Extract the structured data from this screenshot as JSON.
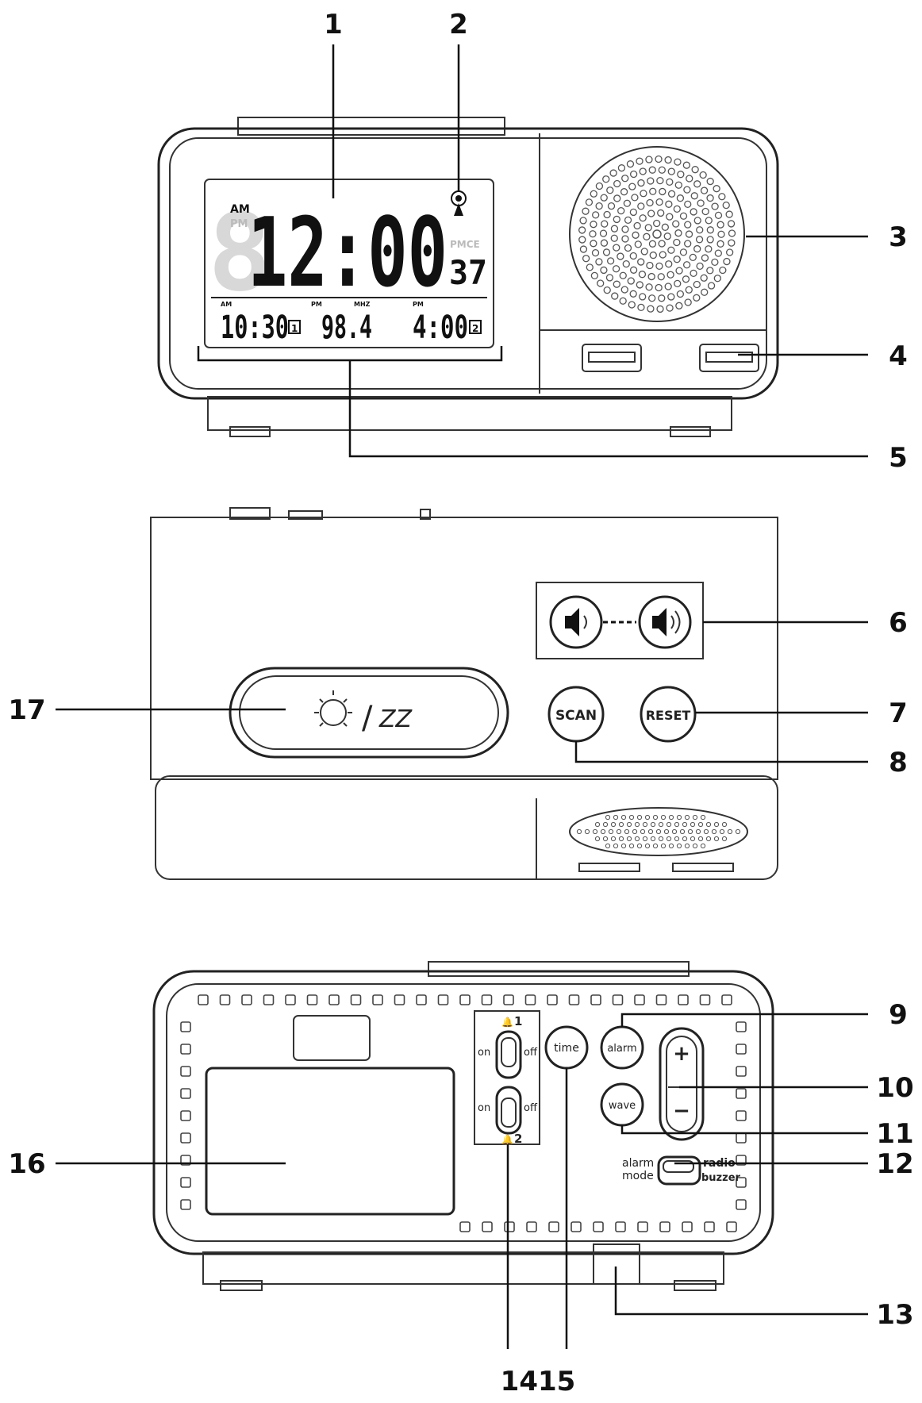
{
  "callouts": {
    "n1": "1",
    "n2": "2",
    "n3": "3",
    "n4": "4",
    "n5": "5",
    "n6": "6",
    "n7": "7",
    "n8": "8",
    "n9": "9",
    "n10": "10",
    "n11": "11",
    "n12": "12",
    "n13": "13",
    "n1415": "1415",
    "n16": "16",
    "n17": "17"
  },
  "display": {
    "main_time": "12:00",
    "am": "AM",
    "pm": "PM",
    "seconds": "37",
    "alarm1_am": "AM",
    "alarm1_time": "10:30",
    "alarm1_badge": "1",
    "radio_pm": "PM",
    "radio_mhz": "MHZ",
    "radio_freq": "98.4",
    "alarm2_pm": "PM",
    "alarm2_time": "4:00",
    "alarm2_badge": "2"
  },
  "front_panel": {
    "scan": "SCAN",
    "reset": "RESET",
    "snooze_slash": "/",
    "snooze_z": "ZZ"
  },
  "back_panel": {
    "alarm1_label": "1",
    "alarm2_label": "2",
    "on": "on",
    "off": "off",
    "time": "time",
    "alarm": "alarm",
    "wave": "wave",
    "plus": "+",
    "minus": "−",
    "alarm_mode_1": "alarm",
    "alarm_mode_2": "mode",
    "radio": "radio",
    "buzzer": "buzzer"
  }
}
